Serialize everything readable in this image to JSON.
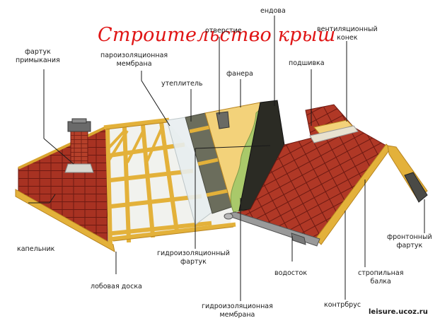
{
  "title": "Строительство крыш",
  "watermark": "leisure.ucoz.ru",
  "labels": {
    "fartuk_primykaniya": [
      "фартук",
      "примыкания"
    ],
    "paroizolyaciya": [
      "пароизоляционная",
      "мембрана"
    ],
    "otverstie": "отверстие",
    "endova": "ендова",
    "ventilyacionny_konek": [
      "вентиляционный",
      "конек"
    ],
    "uteplitel": "утеплитель",
    "fanera": "фанера",
    "podshivka": "подшивка",
    "kapelnik": "капельник",
    "gidro_fartuk": [
      "гидроизоляционный",
      "фартук"
    ],
    "lobovaya_doska": "лобовая доска",
    "vodostok": "водосток",
    "frontonny_fartuk": [
      "фронтонный",
      "фартук"
    ],
    "stropilnaya_balka": [
      "стропильная",
      "балка"
    ],
    "kontrbrus": "контрбрус",
    "gidro_membrana": [
      "гидроизоляционная",
      "мембрана"
    ]
  },
  "colors": {
    "title": "#e01515",
    "tile": "#a83222",
    "tile_line": "#6e1a12",
    "wood": "#e3b13a",
    "wood_dark": "#b88420",
    "plywood": "#f3d27a",
    "membrane": "#a9c96a",
    "insulation": "#6b6d5c",
    "gutter": "#9a9a9a"
  }
}
